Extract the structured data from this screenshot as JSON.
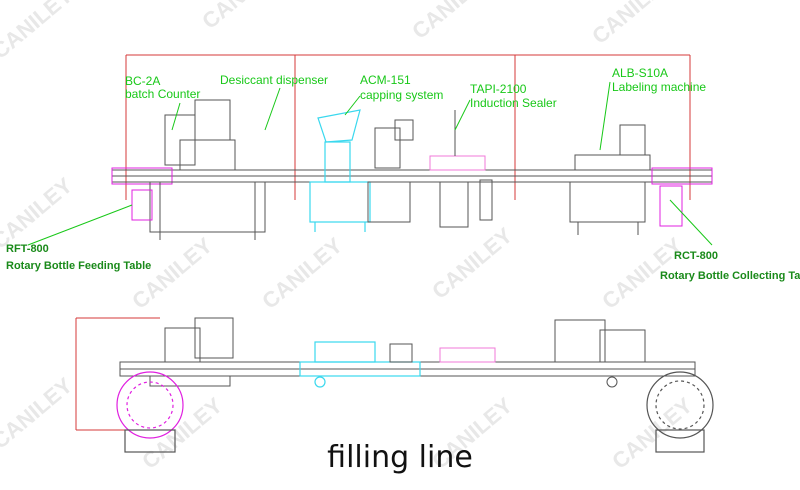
{
  "caption": "filling line",
  "watermark": "CANILEY",
  "colors": {
    "machine_line": "#555555",
    "label_green": "#18c818",
    "label_dark_green": "#1a8a1a",
    "frame_red": "#d43a3a",
    "capper_cyan": "#3ad8ee",
    "table_magenta": "#e020e0",
    "sealer_pink": "#f07ad8"
  },
  "labels": {
    "counter_code": "BC-2A",
    "counter_name": "batch Counter",
    "desiccant": "Desiccant dispenser",
    "capper_code": "ACM-151",
    "capper_name": "capping system",
    "sealer_code": "TAPI-2100",
    "sealer_name": "Induction Sealer",
    "labeler_code": "ALB-S10A",
    "labeler_name": "Labeling machine",
    "feeding_code": "RFT-800",
    "feeding_name": "Rotary Bottle Feeding Table",
    "collecting_code": "RCT-800",
    "collecting_name": "Rotary Bottle Collecting Table"
  }
}
